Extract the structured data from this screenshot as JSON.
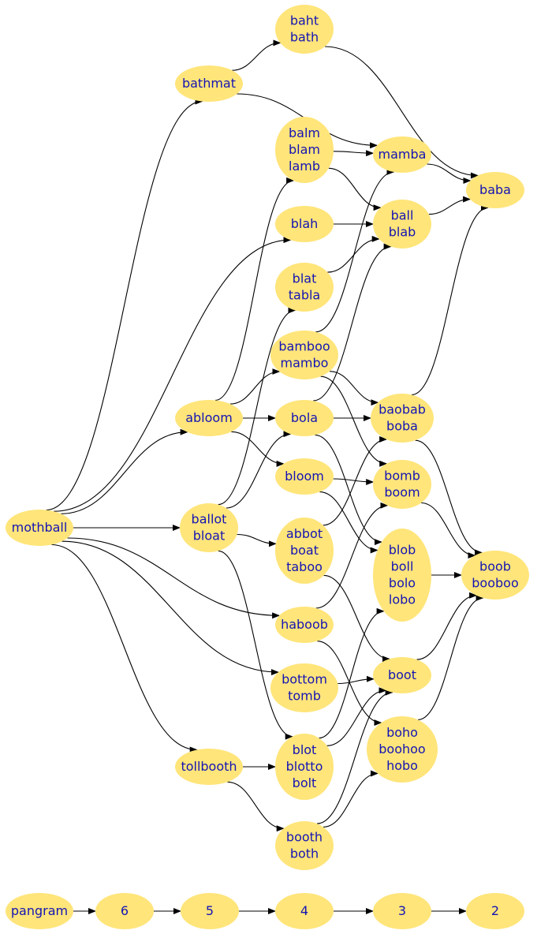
{
  "nodes": [
    {
      "id": "baht",
      "lines": [
        "baht",
        "bath"
      ]
    },
    {
      "id": "bathmat",
      "lines": [
        "bathmat"
      ]
    },
    {
      "id": "balm",
      "lines": [
        "balm",
        "blam",
        "lamb"
      ]
    },
    {
      "id": "mamba",
      "lines": [
        "mamba"
      ]
    },
    {
      "id": "baba",
      "lines": [
        "baba"
      ]
    },
    {
      "id": "blah",
      "lines": [
        "blah"
      ]
    },
    {
      "id": "ball",
      "lines": [
        "ball",
        "blab"
      ]
    },
    {
      "id": "blat",
      "lines": [
        "blat",
        "tabla"
      ]
    },
    {
      "id": "bamboo",
      "lines": [
        "bamboo",
        "mambo"
      ]
    },
    {
      "id": "abloom",
      "lines": [
        "abloom"
      ]
    },
    {
      "id": "bola",
      "lines": [
        "bola"
      ]
    },
    {
      "id": "baobab",
      "lines": [
        "baobab",
        "boba"
      ]
    },
    {
      "id": "bloom",
      "lines": [
        "bloom"
      ]
    },
    {
      "id": "bomb",
      "lines": [
        "bomb",
        "boom"
      ]
    },
    {
      "id": "mothball",
      "lines": [
        "mothball"
      ]
    },
    {
      "id": "ballot",
      "lines": [
        "ballot",
        "bloat"
      ]
    },
    {
      "id": "abbot",
      "lines": [
        "abbot",
        "boat",
        "taboo"
      ]
    },
    {
      "id": "blob",
      "lines": [
        "blob",
        "boll",
        "bolo",
        "lobo"
      ]
    },
    {
      "id": "boob",
      "lines": [
        "boob",
        "booboo"
      ]
    },
    {
      "id": "haboob",
      "lines": [
        "haboob"
      ]
    },
    {
      "id": "bottom",
      "lines": [
        "bottom",
        "tomb"
      ]
    },
    {
      "id": "boot",
      "lines": [
        "boot"
      ]
    },
    {
      "id": "boho",
      "lines": [
        "boho",
        "boohoo",
        "hobo"
      ]
    },
    {
      "id": "tollbooth",
      "lines": [
        "tollbooth"
      ]
    },
    {
      "id": "blot",
      "lines": [
        "blot",
        "blotto",
        "bolt"
      ]
    },
    {
      "id": "booth",
      "lines": [
        "booth",
        "both"
      ]
    },
    {
      "id": "pangram",
      "lines": [
        "pangram"
      ]
    },
    {
      "id": "r6",
      "lines": [
        "6"
      ]
    },
    {
      "id": "r5",
      "lines": [
        "5"
      ]
    },
    {
      "id": "r4",
      "lines": [
        "4"
      ]
    },
    {
      "id": "r3",
      "lines": [
        "3"
      ]
    },
    {
      "id": "r2",
      "lines": [
        "2"
      ]
    }
  ],
  "edges": [
    [
      "mothball",
      "bathmat"
    ],
    [
      "mothball",
      "blah"
    ],
    [
      "mothball",
      "abloom"
    ],
    [
      "mothball",
      "ballot"
    ],
    [
      "mothball",
      "haboob"
    ],
    [
      "mothball",
      "bottom"
    ],
    [
      "mothball",
      "tollbooth"
    ],
    [
      "bathmat",
      "baht"
    ],
    [
      "bathmat",
      "mamba"
    ],
    [
      "baht",
      "baba"
    ],
    [
      "balm",
      "mamba"
    ],
    [
      "balm",
      "ball"
    ],
    [
      "mamba",
      "baba"
    ],
    [
      "blah",
      "ball"
    ],
    [
      "ball",
      "baba"
    ],
    [
      "blat",
      "ball"
    ],
    [
      "bamboo",
      "mamba"
    ],
    [
      "bamboo",
      "baobab"
    ],
    [
      "bamboo",
      "bomb"
    ],
    [
      "abloom",
      "balm"
    ],
    [
      "abloom",
      "bamboo"
    ],
    [
      "abloom",
      "bola"
    ],
    [
      "abloom",
      "bloom"
    ],
    [
      "bola",
      "ball"
    ],
    [
      "bola",
      "baobab"
    ],
    [
      "bola",
      "blob"
    ],
    [
      "baobab",
      "baba"
    ],
    [
      "baobab",
      "boob"
    ],
    [
      "bloom",
      "bomb"
    ],
    [
      "bloom",
      "blob"
    ],
    [
      "bomb",
      "boob"
    ],
    [
      "ballot",
      "blat"
    ],
    [
      "ballot",
      "bola"
    ],
    [
      "ballot",
      "abbot"
    ],
    [
      "ballot",
      "blot"
    ],
    [
      "abbot",
      "baobab"
    ],
    [
      "abbot",
      "boot"
    ],
    [
      "blob",
      "boob"
    ],
    [
      "haboob",
      "bomb"
    ],
    [
      "haboob",
      "boho"
    ],
    [
      "bottom",
      "boot"
    ],
    [
      "boot",
      "boob"
    ],
    [
      "boho",
      "boob"
    ],
    [
      "tollbooth",
      "blot"
    ],
    [
      "tollbooth",
      "booth"
    ],
    [
      "blot",
      "blob"
    ],
    [
      "blot",
      "boot"
    ],
    [
      "booth",
      "boot"
    ],
    [
      "booth",
      "boho"
    ],
    [
      "pangram",
      "r6"
    ],
    [
      "r6",
      "r5"
    ],
    [
      "r5",
      "r4"
    ],
    [
      "r4",
      "r3"
    ],
    [
      "r3",
      "r2"
    ]
  ],
  "colors": {
    "node_fill": "#ffe57a",
    "node_text": "#1414b4",
    "edge": "#000000",
    "background": "#ffffff"
  }
}
